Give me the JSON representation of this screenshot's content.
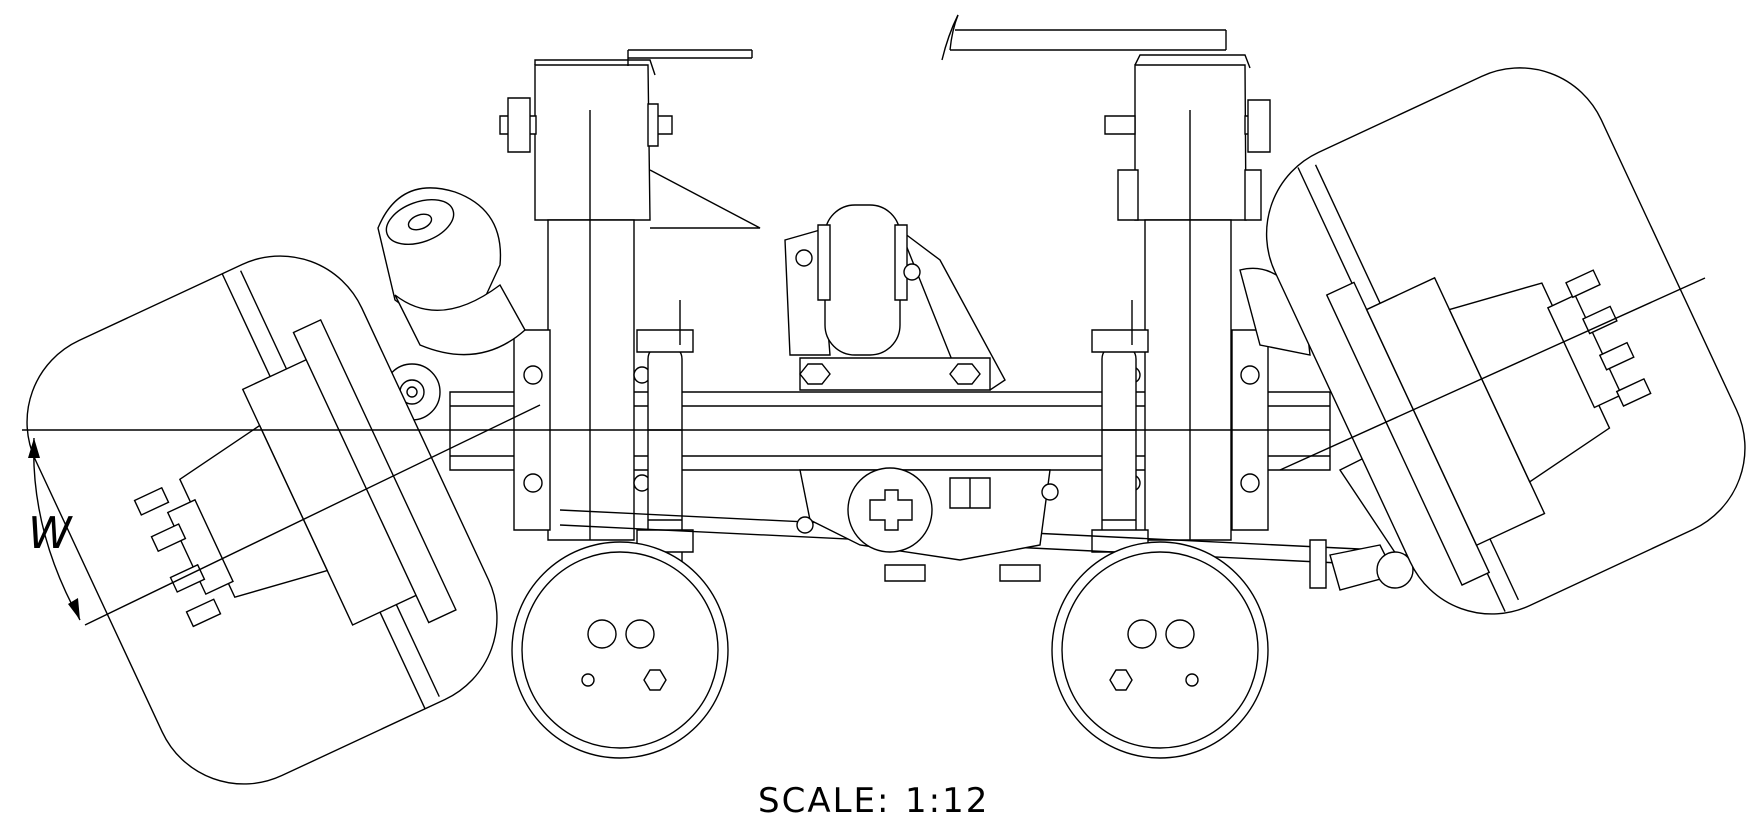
{
  "dimension": {
    "label": "W"
  },
  "scale": {
    "label": "SCALE:",
    "value": "1:12"
  }
}
